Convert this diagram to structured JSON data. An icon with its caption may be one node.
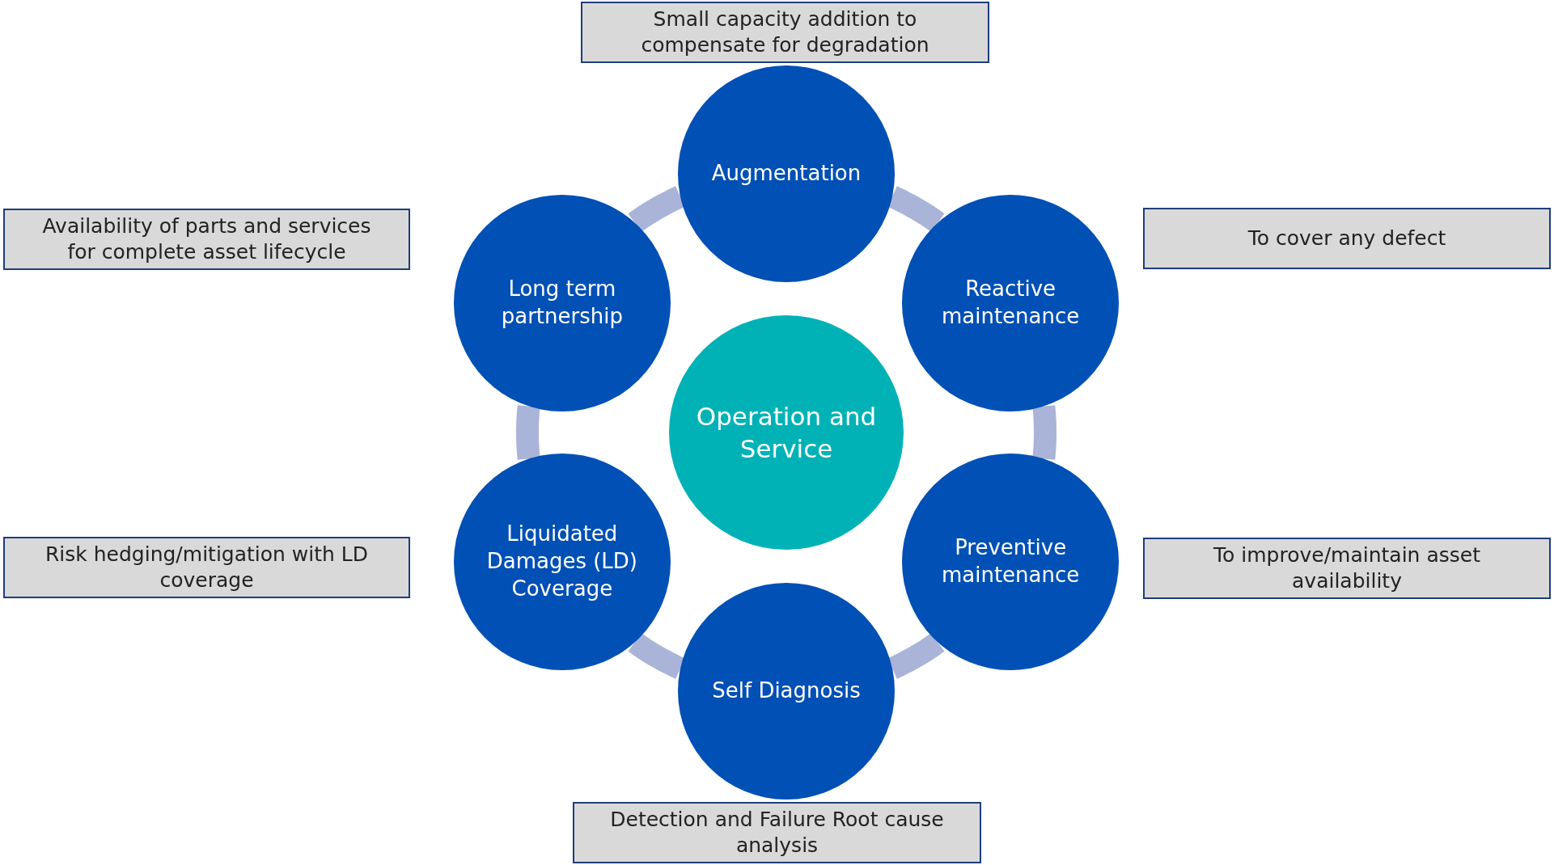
{
  "diagram": {
    "nodes": [
      {
        "text": [
          "Small capacity addition to compensate for degradation"
        ]
      },
      {
        "text": [
          "Augmentation"
        ]
      },
      {
        "text": [
          "Availability of parts and services for complete asset lifecycle"
        ]
      },
      {
        "text": [
          "Long term partnership"
        ]
      },
      {
        "text": [
          "Reactive maintenance"
        ]
      },
      {
        "text": [
          "To cover any defect"
        ]
      },
      {
        "text": [
          "Operation and Service"
        ]
      },
      {
        "text": [
          "Risk hedging/mitigation with LD coverage"
        ]
      },
      {
        "text": [
          "Liquidated Damages (LD) Coverage"
        ]
      },
      {
        "text": [
          "Preventive maintenance"
        ]
      },
      {
        "text": [
          "To improve/maintain asset availability"
        ]
      },
      {
        "text": [
          "Self Diagnosis"
        ]
      },
      {
        "text": [
          "Detection and Failure Root cause analysis"
        ]
      }
    ],
    "edges": [
      {
        "from": 1,
        "to": 4,
        "arrow": "none"
      },
      {
        "from": 4,
        "to": 9,
        "arrow": "none"
      },
      {
        "from": 9,
        "to": 11,
        "arrow": "none"
      },
      {
        "from": 11,
        "to": 8,
        "arrow": "none"
      },
      {
        "from": 8,
        "to": 3,
        "arrow": "none"
      },
      {
        "from": 3,
        "to": 1,
        "arrow": "none"
      }
    ]
  }
}
